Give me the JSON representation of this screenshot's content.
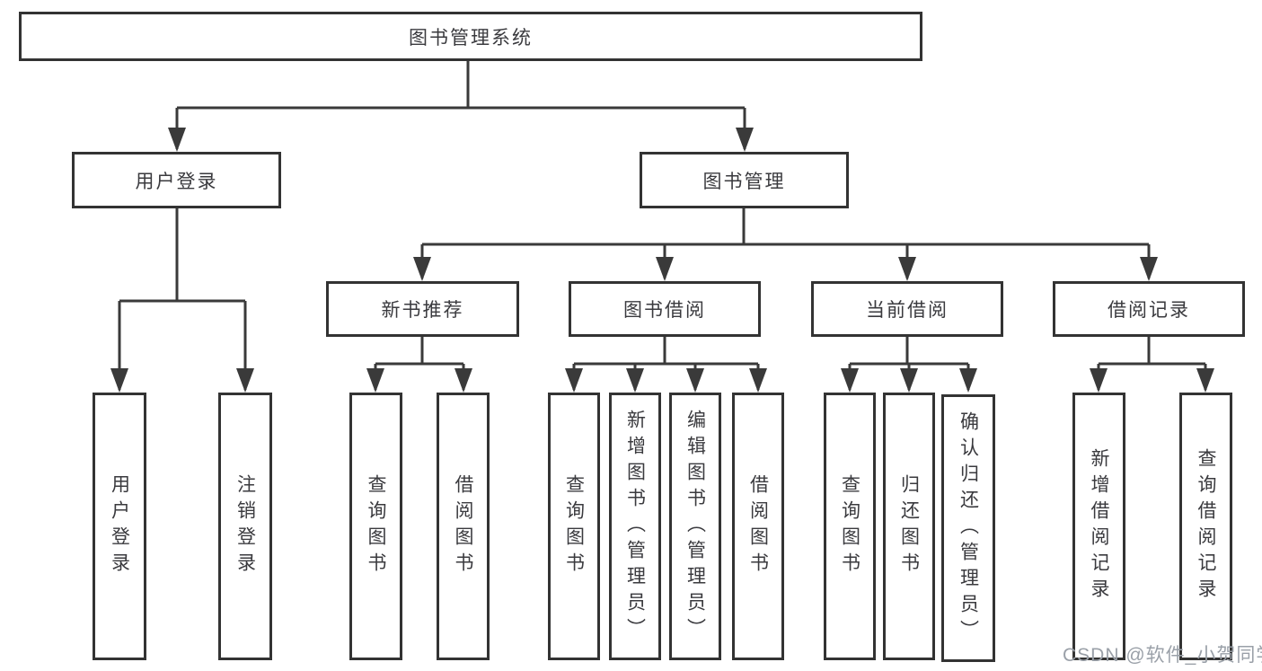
{
  "palette": {
    "line": "#3a3a3a",
    "border": "#333333",
    "text": "#3a3a3e",
    "watermark_color": "#9aa0a8",
    "background": "#ffffff"
  },
  "nodes": {
    "root": "图书管理系统",
    "level2": [
      "用户登录",
      "图书管理"
    ],
    "level3": [
      "新书推荐",
      "图书借阅",
      "当前借阅",
      "借阅记录"
    ]
  },
  "leaves": {
    "user_login": [
      "用户登录",
      "注销登录"
    ],
    "new_books": [
      "查询图书",
      "借阅图书"
    ],
    "book_borrow": [
      "查询图书",
      "新增图书（管理员）",
      "编辑图书（管理员）",
      "借阅图书"
    ],
    "current_borrow": [
      "查询图书",
      "归还图书",
      "确认归还（管理员）"
    ],
    "borrow_records": [
      "新增借阅记录",
      "查询借阅记录"
    ]
  },
  "watermark": "CSDN @软件_小贺同学"
}
